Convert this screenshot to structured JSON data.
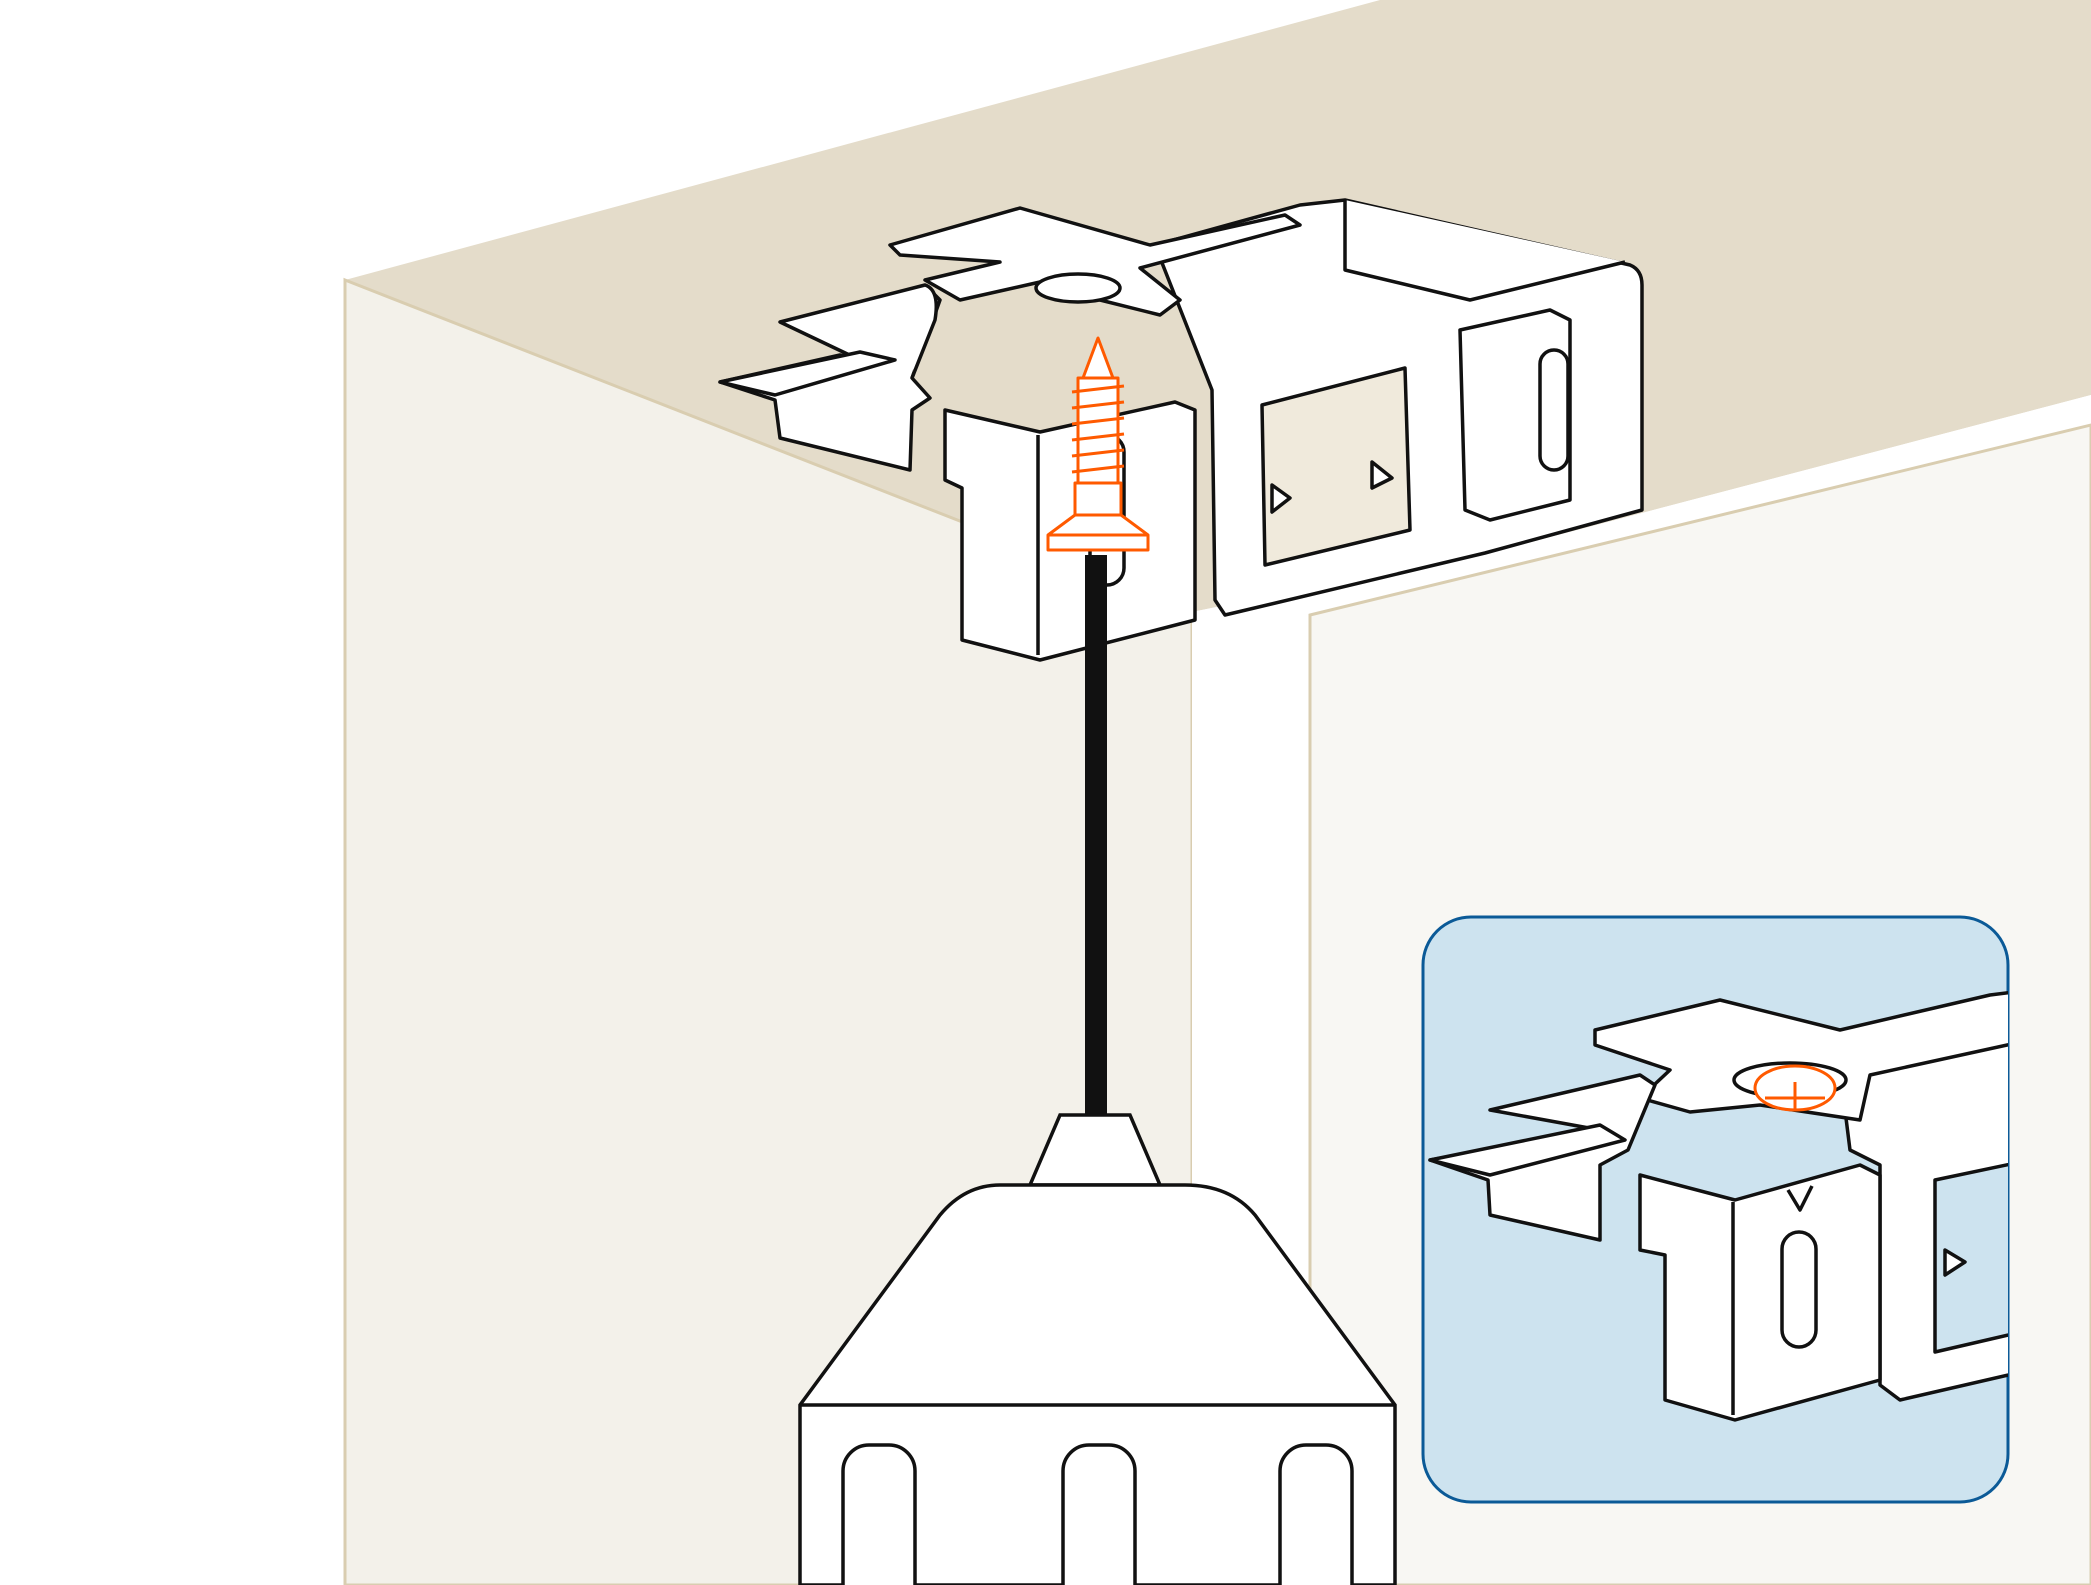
{
  "figure": {
    "kind": "assembly-instruction-illustration",
    "text_labels": []
  },
  "colors": {
    "background": "#ffffff",
    "cabinet_top": "#e4dcca",
    "cabinet_side": "#f3f1ea",
    "cabinet_panel": "#f8f7f3",
    "cabinet_edge": "#d9cdb0",
    "part_fill": "#ffffff",
    "outline": "#111111",
    "highlight": "#ff5a00",
    "inset_fill": "#cde3ef",
    "inset_border": "#0b5a97"
  },
  "icons": [
    "mounting-bracket",
    "wood-screw",
    "screwdriver",
    "phillips-screw-head",
    "magnified-inset"
  ]
}
